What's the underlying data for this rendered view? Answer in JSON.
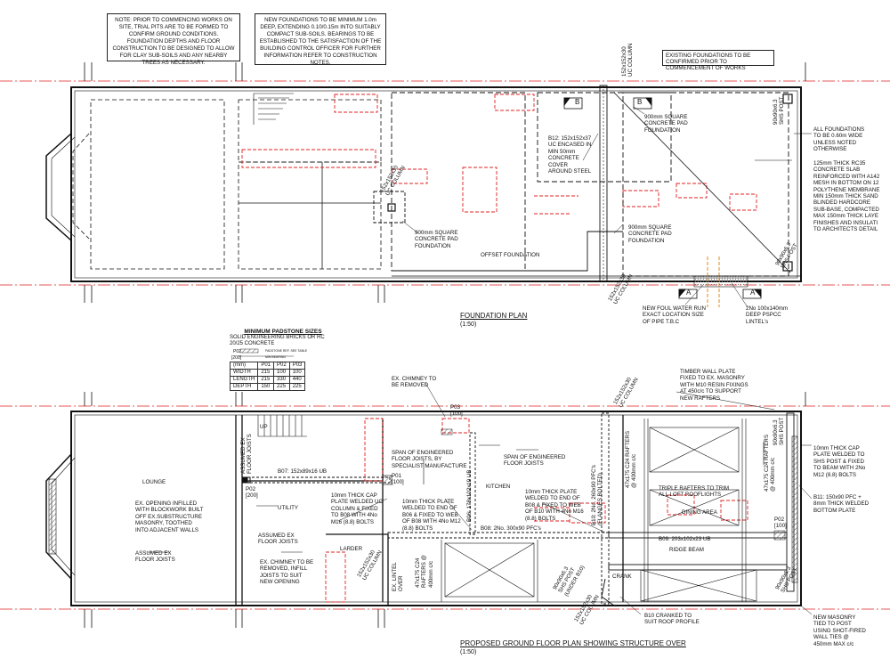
{
  "notes": {
    "foundation_note": "NOTE: PRIOR TO COMMENCING WORKS ON SITE, TRIAL PITS ARE TO BE FORMED TO CONFIRM GROUND CONDITIONS. FOUNDATION DEPTHS AND FLOOR CONSTRUCTION TO BE DESIGNED TO ALLOW FOR CLAY SUB-SOILS AND ANY NEARBY TREES AS NECESSARY.",
    "new_foundations_note": "NEW FOUNDATIONS TO BE MINIMUM 1.0m DEEP, EXTENDING 0.10/0.15m INTO SUITABLY COMPACT SUB-SOILS. BEARINGS TO BE ESTABLISHED TO THE SATISFACTION OF THE BUILDING CONTROL OFFICER FOR FURTHER INFORMATION REFER TO CONSTRUCTION NOTES.",
    "existing_foundations_note": "EXISTING FOUNDATIONS TO BE CONFIRMED PRIOR TO COMMENCEMENT OF WORKS"
  },
  "foundation_plan": {
    "title": "FOUNDATION PLAN",
    "scale": "(1:50)",
    "labels": {
      "uc_column_top": "152x152x30\nUC COLUMN",
      "shs_post_top": "90x90x6.3\nSHS POST",
      "all_foundations": "ALL FOUNDATIONS\nTO BE 0.60m WIDE\nUNLESS NOTED\nOTHERWISE",
      "slab": "125mm THICK RC35\nCONCRETE SLAB\nREINFORCED WITH A142\nMESH IN BOTTOM ON 12\nPOLYTHENE MEMBRANE\nMIN 150mm THICK SAND\nBLINDED HARDCORE\nSUB-BASE, COMPACTED\nMAX 150mm THICK LAYE\nFINISHES AND INSULATI\nTO ARCHITECTS DETAIL",
      "pad_b_right": "900mm SQUARE\nCONCRETE PAD\nFOUNDATION",
      "b12": "B12: 152x152x37\nUC ENCASED IN\nMIN 50mm\nCONCRETE\nCOVER\nAROUND STEEL",
      "uc_column_left": "152x152x30\nUC COLUMN",
      "pad_left": "900mm SQUARE\nCONCRETE PAD\nFOUNDATION",
      "pad_mid": "900mm SQUARE\nCONCRETE PAD\nFOUNDATION",
      "offset": "OFFSET FOUNDATION",
      "uc_column_bottom": "152x152x30\nUC COLUMN",
      "shs_post_bottom": "90x90x6.3\nSHS POST",
      "foul_water": "NEW FOUL WATER RUN\nEXACT LOCATION SIZE\nOF PIPE T.B.C",
      "lintels": "2No 100x140mm\nDEEP PSPCC\nLINTEL's",
      "section_b": "B",
      "section_a": "A"
    }
  },
  "padstone": {
    "title": "MINIMUM PADSTONE SIZES",
    "subtitle": "SOLID ENGINEERING BRICKS OR RC\n20/25 CONCRETE",
    "legend_p": "P02",
    "legend_p_note": "PADSTONE REF. SEE TABLE",
    "legend_b": "[200]",
    "legend_b_note": "MIN BEARING",
    "header": [
      "(mm)",
      "P01",
      "P02",
      "P03"
    ],
    "rows": [
      [
        "WIDTH",
        "215",
        "100",
        "100"
      ],
      [
        "LENGTH",
        "215",
        "330",
        "440"
      ],
      [
        "DEPTH",
        "150",
        "225",
        "225"
      ]
    ]
  },
  "ground_floor_plan": {
    "title": "PROPOSED GROUND FLOOR PLAN SHOWING STRUCTURE OVER",
    "scale": "(1:50)",
    "labels": {
      "chimney_removed": "EX. CHIMNEY TO\nBE REMOVED",
      "timber_wall_plate": "TIMBER WALL PLATE\nFIXED TO EX. MASONRY\nWITH M10 RESIN FIXINGS\nAT 450c/c TO SUPPORT\nNEW RAFTERS",
      "uc_column_top": "152x152x30\nUC COLUMN",
      "shs_post_top": "90x90x6.3\nSHS POST",
      "cap_plate_right": "10mm THICK CAP\nPLATE WELDED TO\nSHS POST & FIXED\nTO BEAM WITH 2No\nM12 (8.8) BOLTS",
      "b11": "B11: 150x90 PFC +\n8mm THICK WELDED\nBOTTOM PLATE",
      "p02_right": "P02\n[100]",
      "p03": "P03\n[100]",
      "up": "UP",
      "assumed_joists_left": "ASSUMED EX\nFLOOR JOISTS",
      "span_left": "SPAN OF ENGINEERED\nFLOOR JOISTS, BY\nSPECIALIST MANUFACTURE",
      "b06": "B06: 178x102x19 UB",
      "span_right": "SPAN OF ENGINEERED\nFLOOR JOISTS",
      "b10": "B10: 2No. 260x90 PFC's\n(FLANGES BOLTED)",
      "rafters_mid": "47x175 C24 RAFTERS\n@ 400mm c/c",
      "rafters_right": "47x175 C24 RAFTERS\n@ 400mm c/c",
      "lounge": "LOUNGE",
      "b07": "B07: 152x89x16 UB",
      "p01": "P01\n[100]",
      "p02_left": "P02\n[200]",
      "kitchen": "KITCHEN",
      "triple_rafters": "TRIPLE RAFTERS TO TRIM\nALL LOFT ROOFLIGHTS",
      "dining": "DINING AREA",
      "opening_infilled": "EX. OPENING INFILLED\nWITH BLOCKWORK BUILT\nOFF EX.SUBSTRUCTURE\nMASONRY, TOOTHED\nINTO ADJACENT WALLS",
      "utility": "UTILITY",
      "cap_plate_uc": "10mm THICK CAP\nPLATE WELDED UC\nCOLUMN & FIXED\nTO B08 WITH 4No\nM16 (8.8) BOLTS",
      "plate_b06": "10mm THICK PLATE\nWELDED TO END OF\nB06 & FIXED TO WEB\nOF B08 WITH 4No M12\n(8.8) BOLTS",
      "plate_b08": "10mm THICK PLATE\nWELDED TO END OF\nB08 & FIXED TO WEB\nOF B10 WITH 4No M16\n(8.8) BOLTS",
      "assumed_joists_mid": "ASSUMED EX\nFLOOR JOISTS",
      "b08": "B08: 2No. 300x90 PFC's",
      "b09": "B09: 203x102x23 UB",
      "ridge": "RIDGE BEAM",
      "assumed_joists_bottom": "ASSUMED EX\nFLOOR JOISTS",
      "chimney_removed_2": "EX. CHIMNEY TO BE\nREMOVED, INFILL\nJOISTS TO SUIT\nNEW OPENING",
      "larder": "LARDER",
      "ex_lintel": "EX. LINTEL\nOVER",
      "uc_column_mid": "152x152x30\nUC COLUMN",
      "rafters_small": "47x175 C24\nRAFTERS @\n400mm c/c",
      "shs_post_mid": "90x90x6.3\nSHS POST\n(UNDER B10)",
      "crank": "CRANK",
      "uc_column_bottom": "152x152x30\nUC COLUMN",
      "b10_cranked": "B10 CRANKED TO\nSUIT ROOF PROFILE",
      "shs_post_bottom": "90x90x6.3\nSHS POST",
      "new_masonry": "NEW MASONRY\nTIED TO POST\nUSING SHOT-FIRED\nWALL TIES @\n450mm MAX c/c"
    }
  },
  "colors": {
    "ink": "#111111",
    "red_dash": "#e02020",
    "orange": "#e08a1a",
    "hatch": "#555555"
  }
}
